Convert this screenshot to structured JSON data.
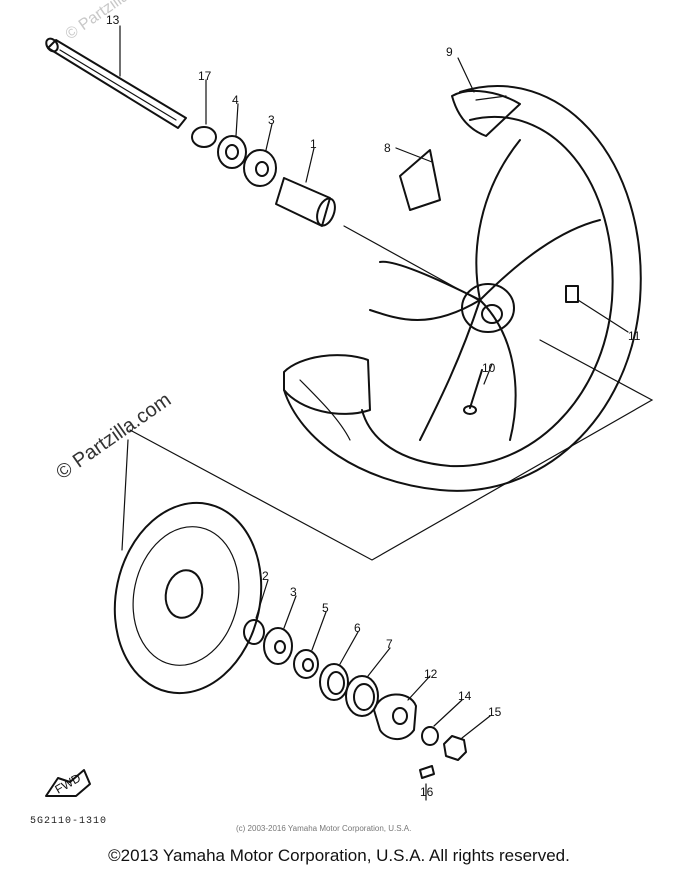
{
  "watermarks": {
    "top": "© Partzilla.com",
    "left": "© Partzilla.com"
  },
  "parts": [
    {
      "id": "p13",
      "label": "13"
    },
    {
      "id": "p17",
      "label": "17"
    },
    {
      "id": "p4",
      "label": "4"
    },
    {
      "id": "p3a",
      "label": "3"
    },
    {
      "id": "p1",
      "label": "1"
    },
    {
      "id": "p9",
      "label": "9"
    },
    {
      "id": "p8",
      "label": "8"
    },
    {
      "id": "p11",
      "label": "11"
    },
    {
      "id": "p10",
      "label": "10"
    },
    {
      "id": "p2",
      "label": "2"
    },
    {
      "id": "p3b",
      "label": "3"
    },
    {
      "id": "p5",
      "label": "5"
    },
    {
      "id": "p6",
      "label": "6"
    },
    {
      "id": "p7",
      "label": "7"
    },
    {
      "id": "p12",
      "label": "12"
    },
    {
      "id": "p14",
      "label": "14"
    },
    {
      "id": "p15",
      "label": "15"
    },
    {
      "id": "p16",
      "label": "16"
    }
  ],
  "arrow_label": "FWD",
  "diagram_code": "5G2110-1310",
  "small_copyright": "(c) 2003-2016 Yamaha Motor Corporation, U.S.A.",
  "footer": "©2013 Yamaha Motor Corporation, U.S.A. All rights reserved."
}
